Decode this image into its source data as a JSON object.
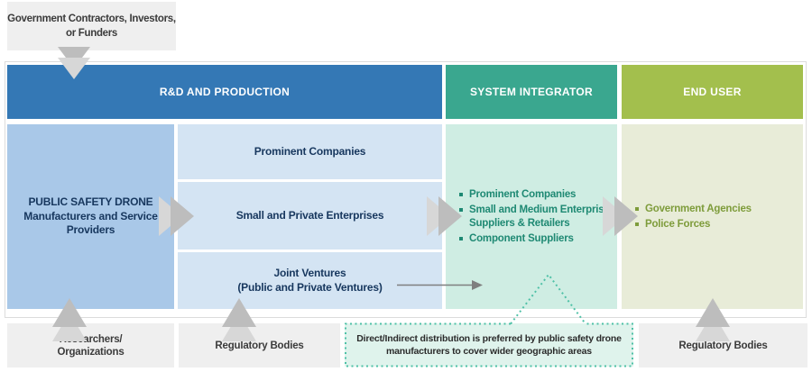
{
  "colors": {
    "rd_header": "#3478B5",
    "si_header": "#3AA78F",
    "eu_header": "#A3BF4D",
    "rd_main_box": "#A9C8E8",
    "rd_sub_box": "#D4E4F3",
    "si_box": "#CFEDE3",
    "eu_box": "#E8ECD8",
    "gray_box": "#EFEFEF",
    "navy_text": "#17375E",
    "teal_text": "#1E8973",
    "olive_text": "#7E9C3B",
    "note_fill": "#DFF3EC",
    "note_border": "#4FC1A7",
    "arrow_light": "#D7D7D7",
    "arrow_dark": "#BDBDBD"
  },
  "top_box": {
    "line1": "Government Contractors, Investors,",
    "line2": "or Funders"
  },
  "headers": {
    "rd": "R&D AND PRODUCTION",
    "si": "SYSTEM INTEGRATOR",
    "eu": "END USER"
  },
  "rd": {
    "main": {
      "title": "PUBLIC SAFETY DRONE",
      "line2": "Manufacturers and Service",
      "line3": "Providers"
    },
    "row1": "Prominent Companies",
    "row2": "Small and Private Enterprises",
    "row3_line1": "Joint Ventures",
    "row3_line2": "(Public and Private Ventures)"
  },
  "si": {
    "items": [
      "Prominent Companies",
      "Small and Medium Enterprise Suppliers & Retailers",
      "Component Suppliers"
    ]
  },
  "eu": {
    "items": [
      "Government Agencies",
      "Police Forces"
    ]
  },
  "bottom": {
    "researchers_line1": "Researchers/",
    "researchers_line2": "Organizations",
    "regulatory_left": "Regulatory Bodies",
    "regulatory_right": "Regulatory Bodies"
  },
  "note": {
    "line1": "Direct/Indirect distribution is preferred by public safety drone",
    "line2": "manufacturers to cover wider geographic areas"
  }
}
